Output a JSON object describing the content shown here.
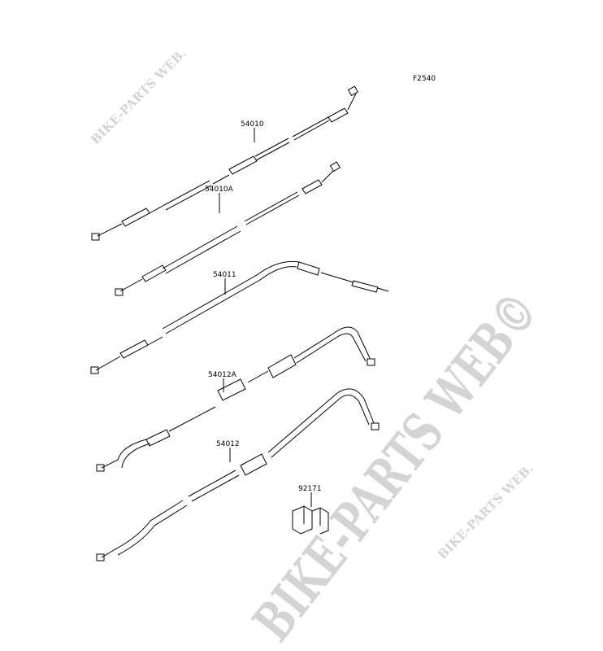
{
  "figure_code": "F2540",
  "watermarks": {
    "main": "BIKE-PARTS WEB©",
    "small_top": "BIKE-PARTS WEB.",
    "small_bottom": "BIKE-PARTS WEB."
  },
  "parts": [
    {
      "number": "54010"
    },
    {
      "number": "54010A"
    },
    {
      "number": "54011"
    },
    {
      "number": "54012A"
    },
    {
      "number": "54012"
    },
    {
      "number": "92171"
    }
  ]
}
